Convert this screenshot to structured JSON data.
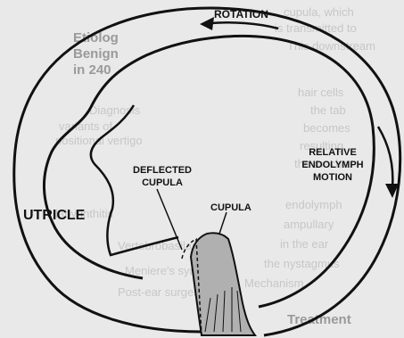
{
  "diagram": {
    "labels": {
      "rotation": "ROTATION",
      "relative": "RELATIVE",
      "endolymph": "ENDOLYMPH",
      "motion": "MOTION",
      "deflected": "DEFLECTED",
      "cupula_top": "CUPULA",
      "utricle": "UTRICLE",
      "cupula": "CUPULA"
    }
  },
  "background_text": {
    "r1": "cupula, which",
    "r2": "is transmitted to",
    "r3": "This downstream",
    "r4": "hair cells",
    "r5": "the tab",
    "r6": "becomes",
    "r7": "resulting",
    "r8": "the mecha",
    "r9": "endolymph",
    "r10": "ampullary",
    "r11": "in the ear",
    "r12": "the nystagmus",
    "l1": "Etiolog",
    "l2": "Benign",
    "l3": "in 240",
    "l4": "Diagnosis",
    "l5": "variants of",
    "l6": "positional vertigo",
    "l7": "labyrinthitis",
    "l8": "Vertebrobasilar",
    "l9": "Meniere's syndrome",
    "l10": "Post-ear surgery",
    "l11": "Mechanism",
    "l12": "Treatment"
  }
}
